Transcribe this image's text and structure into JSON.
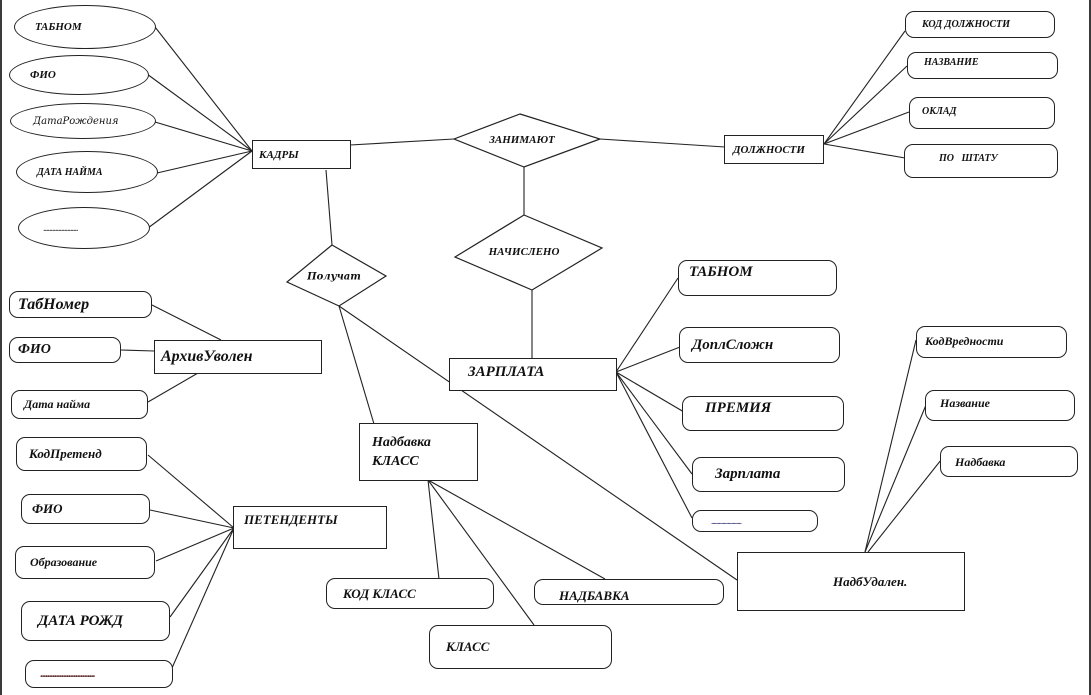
{
  "diagram": {
    "type": "ER diagram",
    "entities": {
      "kadry": "КАДРЫ",
      "dolzhnosti": "ДОЛЖНОСТИ",
      "zarplata": "ЗАРПЛАТА",
      "arhiv": "АрхивУволен",
      "petendenty": "ПЕТЕНДЕНТЫ",
      "nadbavka_klass_line1": "Надбавка",
      "nadbavka_klass_line2": "КЛАСС",
      "nadb_udalen": "НадбУдален."
    },
    "relationships": {
      "zanimayut": "ЗАНИМАЮТ",
      "nachisleno": "НАЧИСЛЕНО",
      "poluchat": "Получат"
    },
    "attributes": {
      "kadry": [
        "ТАБНОМ",
        "ФИО",
        "ДатаРождения",
        "ДАТА НАЙМА",
        "......................."
      ],
      "dolzhnosti": [
        "КОД ДОЛЖНОСТИ",
        "НАЗВАНИЕ",
        "ОКЛАД",
        "ПО   ШТАТУ"
      ],
      "zarplata": [
        "ТАБНОМ",
        "ДоплСложн",
        "ПРЕМИЯ",
        "Зарплата",
        "........................"
      ],
      "arhiv": [
        "ТабНомер",
        "ФИО",
        "Дата найма"
      ],
      "petendenty": [
        "КодПретенд",
        "ФИО",
        "Образование",
        "ДАТА РОЖД",
        "..............................."
      ],
      "nadbavka_klass": [
        "КОД КЛАСС",
        "НАДБАВКА",
        "КЛАСС"
      ],
      "nadb_udalen": [
        "КодВредности",
        "Название",
        "Надбавка"
      ]
    }
  }
}
